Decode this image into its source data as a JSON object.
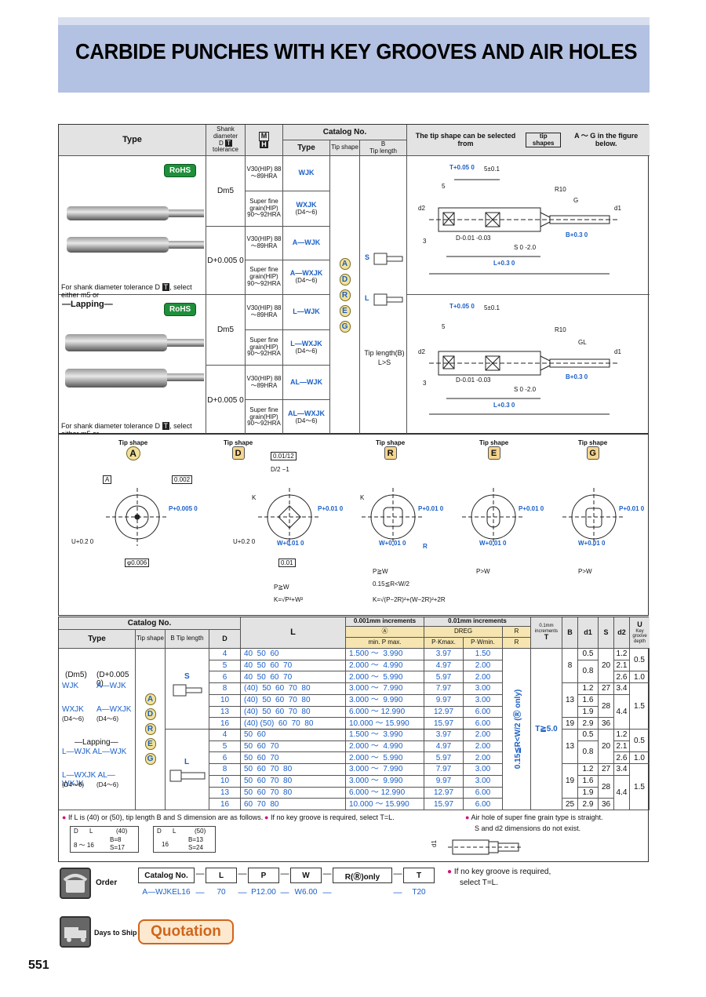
{
  "title": "CARBIDE PUNCHES WITH KEY GROOVES AND AIR HOLES",
  "top_table": {
    "headers": {
      "type": "Type",
      "shank_diameter": "Shank diameter",
      "d_tolerance": "D",
      "tolerance": "tolerance",
      "m": "M",
      "h": "H",
      "catalog_no": "Catalog No.",
      "cat_type": "Type",
      "tip_shape": "Tip shape",
      "b": "B",
      "tip_length": "Tip length",
      "tip_note": "The tip shape can be selected from",
      "tip_note_badge": "tip shapes",
      "tip_note_end": "A ～ G in the figure below."
    },
    "rohs": "RoHS",
    "lapping": "—Lapping—",
    "shank_note": "For shank diameter tolerance D",
    "shank_note_end": ", select either m5 or",
    "tol_dm5": "Dm5",
    "tol_d0005": "D+0.005 0",
    "mat_v30": "V30(HIP) 88～89HRA",
    "mat_sf": "Super fine grain(HIP) 90～92HRA",
    "types": [
      "WJK",
      "WXJK",
      "A—WJK",
      "A—WXJK",
      "L—WJK",
      "L—WXJK",
      "AL—WJK",
      "AL—WXJK"
    ],
    "d4_6": "(D4～6)",
    "shapes": [
      "A",
      "D",
      "R",
      "E",
      "G"
    ],
    "s_label": "S",
    "l_label": "L",
    "tip_length_b": "Tip length(B)",
    "l_gt_s": "L>S"
  },
  "drawing_labels": {
    "t": "T+0.05 0",
    "five_pm": "5±0.1",
    "five": "5",
    "r10": "R10",
    "d2": "d2",
    "d1": "d1",
    "three": "3",
    "d_tol": "D-0.01 -0.03",
    "b": "B+0.3 0",
    "s": "S 0 -2.0",
    "l": "L+0.3 0",
    "g": "G",
    "gl": "GL"
  },
  "tip_shapes": {
    "label": "Tip shape",
    "items": [
      "A",
      "D",
      "R",
      "E",
      "G"
    ],
    "notes": {
      "r1": "P≧W",
      "r2": "0.15≦R<W/2",
      "r3": "K=√(P−2R)²+(W−2R)²+2R",
      "d1": "P≧W",
      "d2": "K=√P²+W²",
      "e": "P>W",
      "g": "P>W"
    },
    "dims": {
      "tol1": "0.002",
      "tol2": "0.01/12",
      "tol3": "0.01",
      "tol4": "φ0.006",
      "u": "U+0.2 0",
      "p": "P+0.005 0",
      "p2": "P+0.01 0",
      "w": "W+0.01 0",
      "dd": "D/2 −1",
      "k": "K",
      "r": "R",
      "a": "A"
    }
  },
  "main_table": {
    "headers": {
      "catalog_no": "Catalog No.",
      "type": "Type",
      "tip_shape": "Tip shape",
      "b_tip_length": "B Tip length",
      "d": "D",
      "l": "L",
      "inc_001": "0.001mm increments",
      "a_shape": "Ⓐ",
      "min_p_max": "min. P max.",
      "inc_01": "0.01mm increments",
      "dreg": "DREG",
      "pkmax": "P·Kmax.",
      "pwmin": "P·Wmin.",
      "r_shape": "R",
      "r": "R",
      "inc_1": "0.1mm increments",
      "t": "T",
      "bcol": "B",
      "d1": "d1",
      "s": "S",
      "d2": "d2",
      "u": "U",
      "key_groove_depth": "Key groove depth"
    },
    "type_labels": {
      "dm5": "(Dm5)",
      "d0005": "(D+0.005 0)",
      "wjk": "WJK",
      "awjk": "A—WJK",
      "wxjk": "WXJK",
      "awxjk": "A—WXJK",
      "d46": "(D4～6)",
      "lapping": "—Lapping—",
      "lwjk": "L—WJK AL—WJK",
      "lwxjk": "L—WXJK AL—WXJK"
    },
    "r_range": "0.15≦R<W/2 (Ⓡ only)",
    "t_range": "T≧5.0",
    "s_rows": [
      {
        "d": "4",
        "l": "40  50  60",
        "p": "1.500 ～  3.990",
        "pk": "3.97",
        "pw": "1.50"
      },
      {
        "d": "5",
        "l": "40  50  60  70",
        "p": "2.000 ～  4.990",
        "pk": "4.97",
        "pw": "2.00"
      },
      {
        "d": "6",
        "l": "40  50  60  70",
        "p": "2.000 ～  5.990",
        "pk": "5.97",
        "pw": "2.00"
      },
      {
        "d": "8",
        "l": "(40)  50  60  70  80",
        "p": "3.000 ～  7.990",
        "pk": "7.97",
        "pw": "3.00"
      },
      {
        "d": "10",
        "l": "(40)  50  60  70  80",
        "p": "3.000 ～  9.990",
        "pk": "9.97",
        "pw": "3.00"
      },
      {
        "d": "13",
        "l": "(40)  50  60  70  80",
        "p": "6.000 ～ 12.990",
        "pk": "12.97",
        "pw": "6.00"
      },
      {
        "d": "16",
        "l": "(40) (50)  60  70  80",
        "p": "10.000 ～ 15.990",
        "pk": "15.97",
        "pw": "6.00"
      }
    ],
    "l_rows": [
      {
        "d": "4",
        "l": "50  60",
        "p": "1.500 ～  3.990",
        "pk": "3.97",
        "pw": "2.00"
      },
      {
        "d": "5",
        "l": "50  60  70",
        "p": "2.000 ～  4.990",
        "pk": "4.97",
        "pw": "2.00"
      },
      {
        "d": "6",
        "l": "50  60  70",
        "p": "2.000 ～  5.990",
        "pk": "5.97",
        "pw": "2.00"
      },
      {
        "d": "8",
        "l": "50  60  70  80",
        "p": "3.000 ～  7.990",
        "pk": "7.97",
        "pw": "3.00"
      },
      {
        "d": "10",
        "l": "50  60  70  80",
        "p": "3.000 ～  9.990",
        "pk": "9.97",
        "pw": "3.00"
      },
      {
        "d": "13",
        "l": "50  60  70  80",
        "p": "6.000 ～ 12.990",
        "pk": "12.97",
        "pw": "6.00"
      },
      {
        "d": "16",
        "l": "60  70  80",
        "p": "10.000 ～ 15.990",
        "pk": "15.97",
        "pw": "6.00"
      }
    ],
    "b_col": [
      "8",
      "13",
      "19",
      "13",
      "19",
      "25"
    ],
    "d1_col": [
      "0.5",
      "0.8",
      "1.2",
      "1.6",
      "1.9",
      "2.9",
      "0.5",
      "0.8",
      "1.2",
      "1.6",
      "1.9",
      "2.9"
    ],
    "s_col": [
      "20",
      "27",
      "28",
      "36",
      "20",
      "27",
      "28",
      "36"
    ],
    "d2_col": [
      "1.2",
      "2.1",
      "2.6",
      "3.4",
      "4.4",
      "1.2",
      "2.1",
      "2.6",
      "3.4",
      "4.4"
    ],
    "u_col": [
      "0.5",
      "1.0",
      "1.5",
      "0.5",
      "1.0",
      "1.5"
    ]
  },
  "notes": {
    "n1": "If L is (40) or (50), tip length B and S dimension are as follows.",
    "n2": "If no key groove is required, select T=L.",
    "n3": "Air hole of super fine grain type is straight.",
    "n4": "S and d2 dimensions do not exist.",
    "mini1": {
      "d": "D",
      "l": "L",
      "col": "(40)",
      "range": "8 ～ 16",
      "b": "B=8",
      "s": "S=17"
    },
    "mini2": {
      "d": "D",
      "l": "L",
      "col": "(50)",
      "range": "16",
      "b": "B=13",
      "s": "S=24"
    },
    "d1": "d1"
  },
  "order": {
    "label": "Order",
    "headers": [
      "Catalog No.",
      "L",
      "P",
      "W",
      "R(Ⓡ)only",
      "T"
    ],
    "dash": "—",
    "example": [
      "A—WJKEL16",
      "70",
      "P12.00",
      "W6.00",
      "",
      "T20"
    ],
    "note1": "If no key groove is required,",
    "note2": "select T=L."
  },
  "days_to_ship": {
    "label": "Days to Ship",
    "value": "Quotation"
  },
  "page_number": "551"
}
